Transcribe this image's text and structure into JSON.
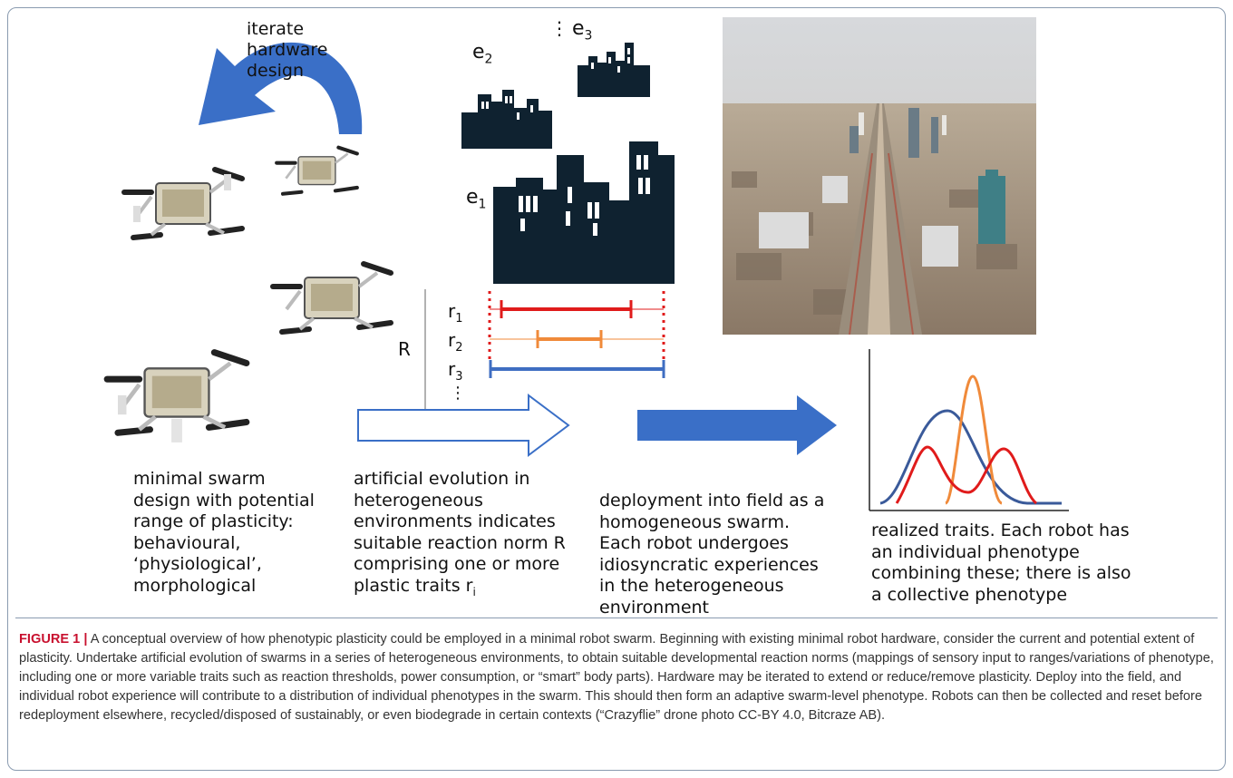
{
  "figure": {
    "iterate_label": "iterate\nhardware\ndesign",
    "env_labels": {
      "e1": "e",
      "e1_sub": "1",
      "e2": "e",
      "e2_sub": "2",
      "e3": "e",
      "e3_sub": "3",
      "dots": "⋮"
    },
    "reaction": {
      "R": "R",
      "r1": "r",
      "r1_sub": "1",
      "r2": "r",
      "r2_sub": "2",
      "r3": "r",
      "r3_sub": "3",
      "rdots": "⋮"
    },
    "colors": {
      "red": "#e01b1b",
      "orange": "#f08a3a",
      "blue": "#3f6ec2",
      "navy": "#3a5a9a",
      "dark": "#0f2230",
      "arrow_blue": "#3a6fc7"
    },
    "stage_texts": {
      "s1": "minimal swarm\ndesign with potential\nrange of plasticity:\nbehavioural,\n‘physiological’,\nmorphological",
      "s2": "artificial evolution in\nheterogeneous\nenvironments indicates\nsuitable reaction norm R\ncomprising one or more\nplastic traits r",
      "s2_sub": "i",
      "s3": "deployment into field as a\nhomogeneous swarm.\nEach robot undergoes\nidiosyncratic experiences\nin the heterogeneous\nenvironment",
      "s4": "realized traits. Each robot has\nan individual phenotype\ncombining these; there is also\na collective phenotype"
    },
    "icons": [
      "drone-icon",
      "city-icon",
      "aerial-city-photo",
      "curved-arrow-icon",
      "hollow-arrow-icon",
      "solid-arrow-icon"
    ]
  },
  "caption": {
    "head": "FIGURE 1 |",
    "body": " A conceptual overview of how phenotypic plasticity could be employed in a minimal robot swarm. Beginning with existing minimal robot hardware, consider the current and potential extent of plasticity. Undertake artificial evolution of swarms in a series of heterogeneous environments, to obtain suitable developmental reaction norms (mappings of sensory input to ranges/variations of phenotype, including one or more variable traits such as reaction thresholds, power consumption, or “smart” body parts). Hardware may be iterated to extend or reduce/remove plasticity. Deploy into the field, and individual robot experience will contribute to a distribution of individual phenotypes in the swarm. This should then form an adaptive swarm-level phenotype. Robots can then be collected and reset before redeployment elsewhere, recycled/disposed of sustainably, or even biodegrade in certain contexts (“Crazyflie” drone photo CC-BY 4.0, Bitcraze AB)."
  }
}
